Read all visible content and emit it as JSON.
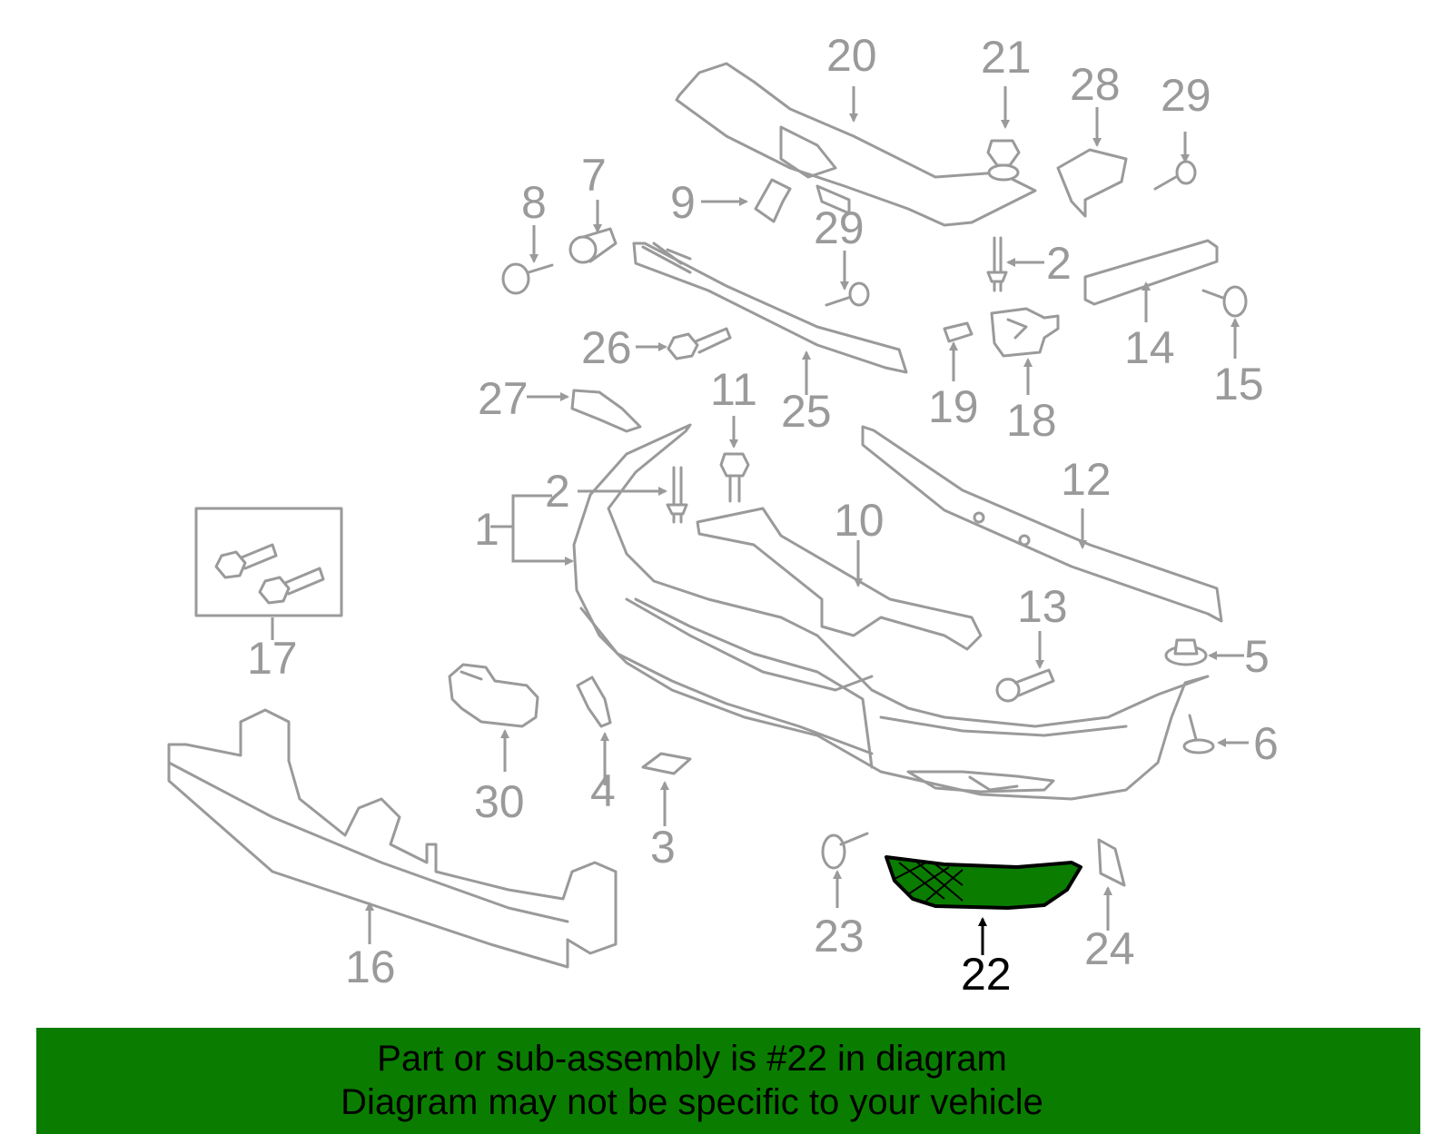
{
  "diagram": {
    "callouts": [
      "1",
      "2",
      "2",
      "3",
      "4",
      "5",
      "6",
      "7",
      "8",
      "9",
      "10",
      "11",
      "12",
      "13",
      "14",
      "15",
      "16",
      "17",
      "18",
      "19",
      "20",
      "21",
      "22",
      "23",
      "24",
      "25",
      "26",
      "27",
      "28",
      "29",
      "29",
      "30"
    ],
    "highlighted_part": "22",
    "colors": {
      "highlight": "#0a7d00",
      "line": "#9a9a9a",
      "banner": "#0a7d00"
    }
  },
  "banner": {
    "line1": "Part or sub-assembly is #22 in diagram",
    "line2": "Diagram may not be specific to your vehicle"
  }
}
